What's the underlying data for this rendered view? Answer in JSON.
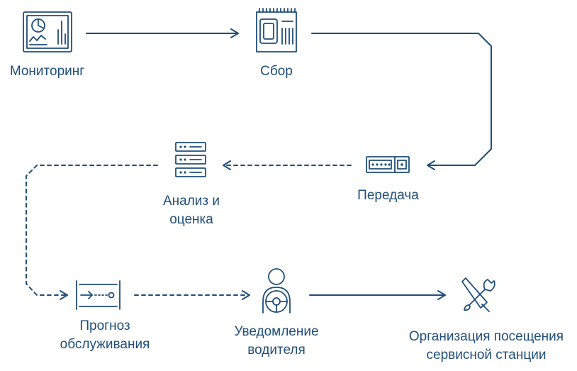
{
  "nodes": {
    "monitoring": {
      "label": "Мониторинг",
      "icon": "dashboard-icon"
    },
    "collection": {
      "label": "Сбор",
      "icon": "chip-card-icon"
    },
    "transfer": {
      "label": "Передача",
      "icon": "network-device-icon"
    },
    "analysis": {
      "line1": "Анализ и",
      "line2": "оценка",
      "icon": "server-rack-icon"
    },
    "forecast": {
      "line1": "Прогноз",
      "line2": "обслуживания",
      "icon": "timeline-panel-icon"
    },
    "notification": {
      "line1": "Уведомление",
      "line2": "водителя",
      "icon": "driver-wheel-icon"
    },
    "service": {
      "line1": "Организация посещения",
      "line2": "сервисной станции",
      "icon": "tools-icon"
    }
  },
  "colors": {
    "primary": "#1f4e79"
  }
}
